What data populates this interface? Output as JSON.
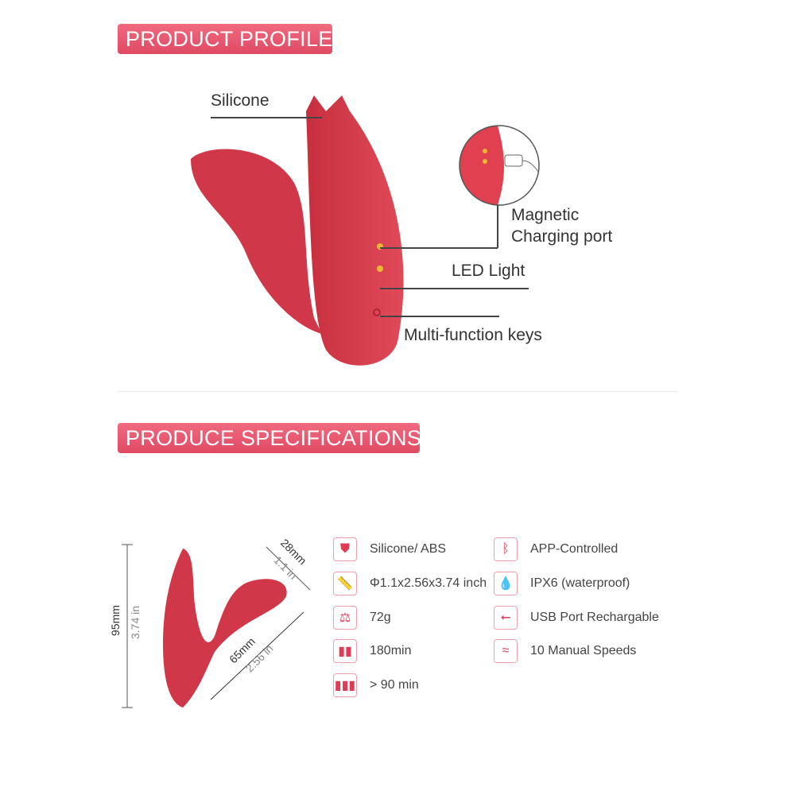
{
  "profile": {
    "title": "PRODUCT PROFILE",
    "labels": {
      "silicone": "Silicone",
      "magnetic": "Magnetic",
      "charging": "Charging port",
      "led": "LED Light",
      "keys": "Multi-function keys"
    }
  },
  "specs": {
    "title": "PRODUCE SPECIFICATIONS",
    "dims": {
      "height_mm": "95mm",
      "height_in": "3.74 in",
      "width_mm": "28mm",
      "width_in": "1.1 in",
      "length_mm": "65mm",
      "length_in": "2.56 in"
    },
    "left": [
      {
        "icon": "shield-icon",
        "text": "Silicone/ ABS"
      },
      {
        "icon": "ruler-icon",
        "text": "Φ1.1x2.56x3.74 inch"
      },
      {
        "icon": "scale-icon",
        "text": "72g"
      },
      {
        "icon": "charging-battery-icon",
        "text": "180min"
      },
      {
        "icon": "battery-icon",
        "text": "> 90 min"
      }
    ],
    "right": [
      {
        "icon": "bluetooth-icon",
        "text": "APP-Controlled"
      },
      {
        "icon": "water-drop-icon",
        "text": "IPX6 (waterproof)"
      },
      {
        "icon": "usb-icon",
        "text": "USB Port Rechargable"
      },
      {
        "icon": "waves-icon",
        "text": "10 Manual Speeds"
      }
    ]
  },
  "colors": {
    "accent": "#e04a63",
    "product": "#d63a4a"
  }
}
